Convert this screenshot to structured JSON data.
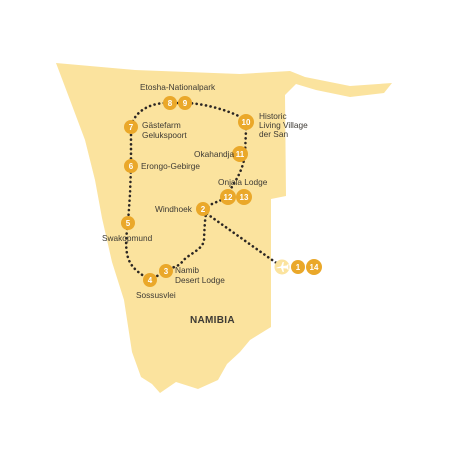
{
  "map": {
    "country_label": "NAMIBIA",
    "colors": {
      "land": "#fbe39e",
      "marker": "#eaa82a",
      "route": "#2b2623",
      "text": "#3d3a34"
    },
    "places": {
      "etosha": "Etosha-Nationalpark",
      "historic_1": "Historic",
      "historic_2": "Living Village",
      "historic_3": "der San",
      "gaestefarm_1": "Gästefarm",
      "gaestefarm_2": "Gelukspoort",
      "okahandja": "Okahandja",
      "erongo": "Erongo-Gebirge",
      "onjala": "Onjala Lodge",
      "windhoek": "Windhoek",
      "swakopmund": "Swakopmund",
      "namib_1": "Namib",
      "namib_2": "Desert Lodge",
      "sossusvlei": "Sossusvlei"
    },
    "markers": {
      "m1": "1",
      "m2": "2",
      "m3": "3",
      "m4": "4",
      "m5": "5",
      "m6": "6",
      "m7": "7",
      "m8": "8",
      "m9": "9",
      "m10": "10",
      "m11": "11",
      "m12": "12",
      "m13": "13",
      "m14": "14"
    },
    "airport_icon": "airplane-icon"
  }
}
